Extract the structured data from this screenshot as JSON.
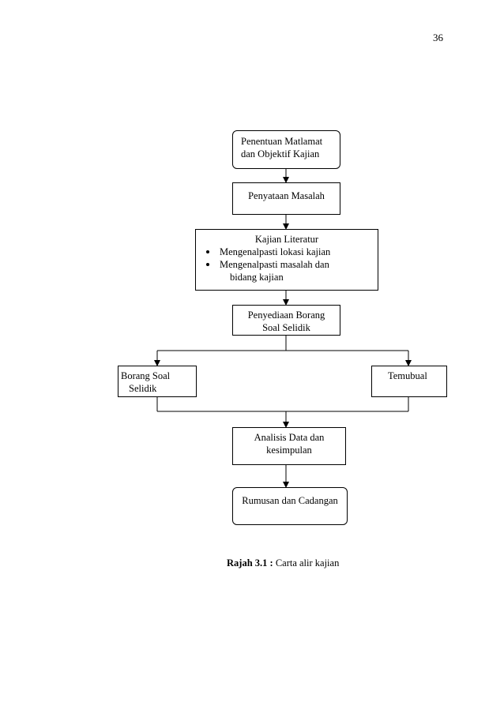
{
  "page_number": "36",
  "nodes": {
    "matlamat": {
      "lines": [
        "Penentuan Matlamat",
        "dan Objektif Kajian"
      ]
    },
    "masalah": {
      "label": "Penyataan Masalah"
    },
    "literatur": {
      "title": "Kajian Literatur",
      "bullets": [
        "Mengenalpasti lokasi kajian",
        "Mengenalpasti masalah dan",
        "bidang kajian"
      ]
    },
    "borang_penyediaan": {
      "lines": [
        "Penyediaan Borang",
        "Soal Selidik"
      ]
    },
    "borang_soal": {
      "lines": [
        "Borang Soal",
        "Selidik"
      ]
    },
    "temubual": {
      "label": "Temubual"
    },
    "analisis": {
      "lines": [
        "Analisis Data dan",
        "kesimpulan"
      ]
    },
    "rumusan": {
      "label": "Rumusan dan Cadangan"
    }
  },
  "caption": {
    "bold": "Rajah  3.1 :",
    "text": " Carta alir kajian"
  }
}
